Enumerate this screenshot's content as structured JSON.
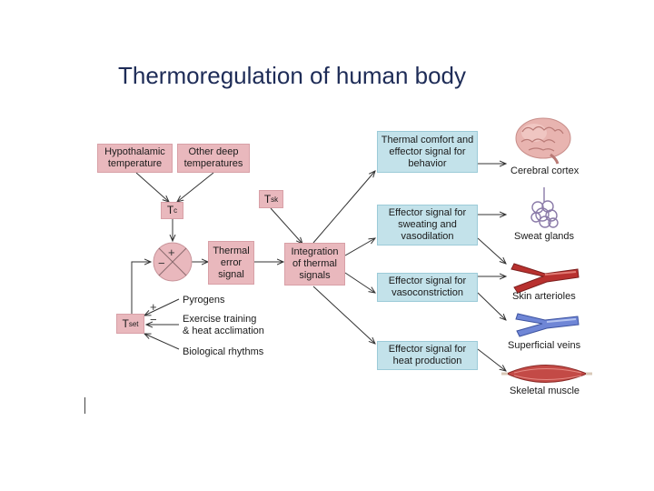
{
  "title": "Thermoregulation of human body",
  "boxes": {
    "hypothalamic": "Hypothalamic\ntemperature",
    "other_deep": "Other deep\ntemperatures",
    "tc": {
      "main": "T",
      "sub": "c"
    },
    "tsk": {
      "main": "T",
      "sub": "sk"
    },
    "tset": {
      "main": "T",
      "sub": "set"
    },
    "thermal_error": "Thermal\nerror\nsignal",
    "integration": "Integration\nof thermal\nsignals",
    "behavior": "Thermal comfort and\neffector signal for\nbehavior",
    "sweating": "Effector signal for\nsweating and\nvasodilation",
    "vasoconstriction": "Effector signal for\nvasoconstriction",
    "heat_production": "Effector signal for\nheat production"
  },
  "comparator_signs": {
    "plus": "+",
    "minus": "−"
  },
  "modifiers": {
    "pyrogens": "Pyrogens",
    "exercise": "Exercise training\n& heat acclimation",
    "rhythms": "Biological rhythms",
    "plus": "+",
    "minus": "−"
  },
  "organs": {
    "cortex": "Cerebral cortex",
    "sweat": "Sweat glands",
    "arterioles": "Skin arterioles",
    "veins": "Superficial veins",
    "muscle": "Skeletal muscle"
  },
  "colors": {
    "pink_box": "#e9b8bd",
    "blue_box": "#c3e2ea",
    "title": "#1e2c57"
  }
}
